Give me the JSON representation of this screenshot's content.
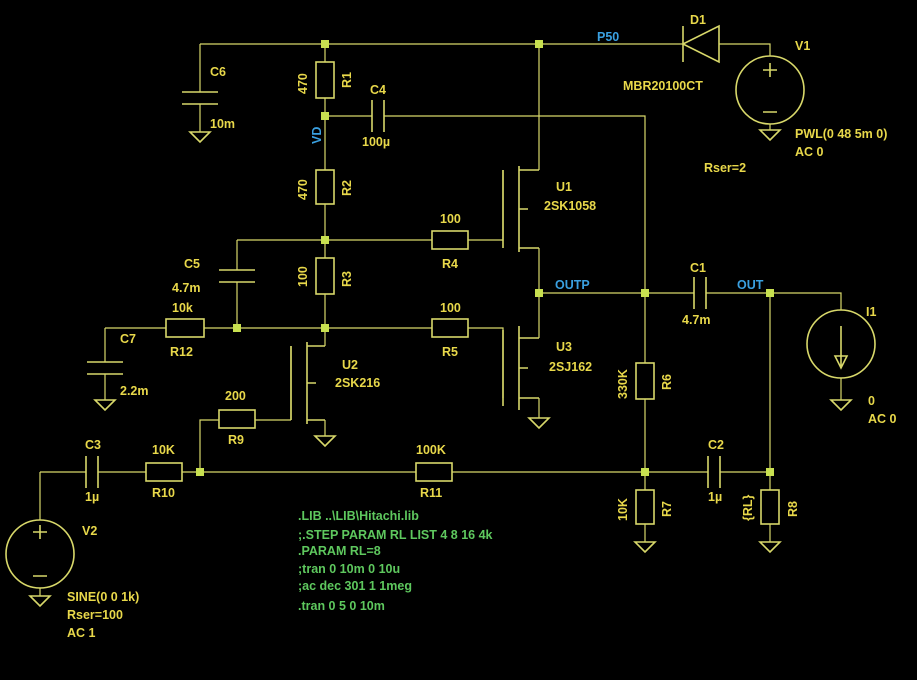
{
  "components": {
    "C6": {
      "ref": "C6",
      "value": "10m"
    },
    "R1": {
      "ref": "R1",
      "value": "470"
    },
    "C4": {
      "ref": "C4",
      "value": "100µ"
    },
    "R2": {
      "ref": "R2",
      "value": "470"
    },
    "R3": {
      "ref": "R3",
      "value": "100"
    },
    "C5": {
      "ref": "C5",
      "value": "4.7m"
    },
    "R4": {
      "ref": "R4",
      "value": "100"
    },
    "R5": {
      "ref": "R5",
      "value": "100"
    },
    "R12": {
      "ref": "R12",
      "value": "10k"
    },
    "C7": {
      "ref": "C7",
      "value": "2.2m"
    },
    "U1": {
      "ref": "U1",
      "value": "2SK1058"
    },
    "U2": {
      "ref": "U2",
      "value": "2SK216"
    },
    "U3": {
      "ref": "U3",
      "value": "2SJ162"
    },
    "R9": {
      "ref": "R9",
      "value": "200"
    },
    "C3": {
      "ref": "C3",
      "value": "1µ"
    },
    "R10": {
      "ref": "R10",
      "value": "10K"
    },
    "R11": {
      "ref": "R11",
      "value": "100K"
    },
    "C1": {
      "ref": "C1",
      "value": "4.7m"
    },
    "R6": {
      "ref": "R6",
      "value": "330K"
    },
    "R7": {
      "ref": "R7",
      "value": "10K"
    },
    "C2": {
      "ref": "C2",
      "value": "1µ"
    },
    "R8": {
      "ref": "R8",
      "value": "{RL}"
    },
    "D1": {
      "ref": "D1",
      "value": "MBR20100CT"
    },
    "V1": {
      "ref": "V1",
      "value": "PWL(0 48 5m 0)",
      "extra": [
        "AC 0",
        "Rser=2"
      ]
    },
    "V2": {
      "ref": "V2",
      "value": "SINE(0 0 1k)",
      "extra": [
        "Rser=100",
        "AC 1"
      ]
    },
    "I1": {
      "ref": "I1",
      "value": "0",
      "extra": [
        "AC 0"
      ]
    }
  },
  "nets": {
    "p50": "P50",
    "vd": "VD",
    "outp": "OUTP",
    "out": "OUT"
  },
  "directives": [
    ".LIB ..\\LIB\\Hitachi.lib",
    ";.STEP PARAM RL LIST 4 8 16 4k",
    ".PARAM RL=8",
    ";tran 0 10m 0 10u",
    ";ac dec 301 1 1meg",
    ".tran 0 5 0 10m"
  ],
  "colors": {
    "background": "#000000",
    "wire": "#d8d86a",
    "junction": "#c8e050",
    "label": "#e8d84a",
    "net_label": "#3aa0e0",
    "directive": "#5ec85e"
  }
}
